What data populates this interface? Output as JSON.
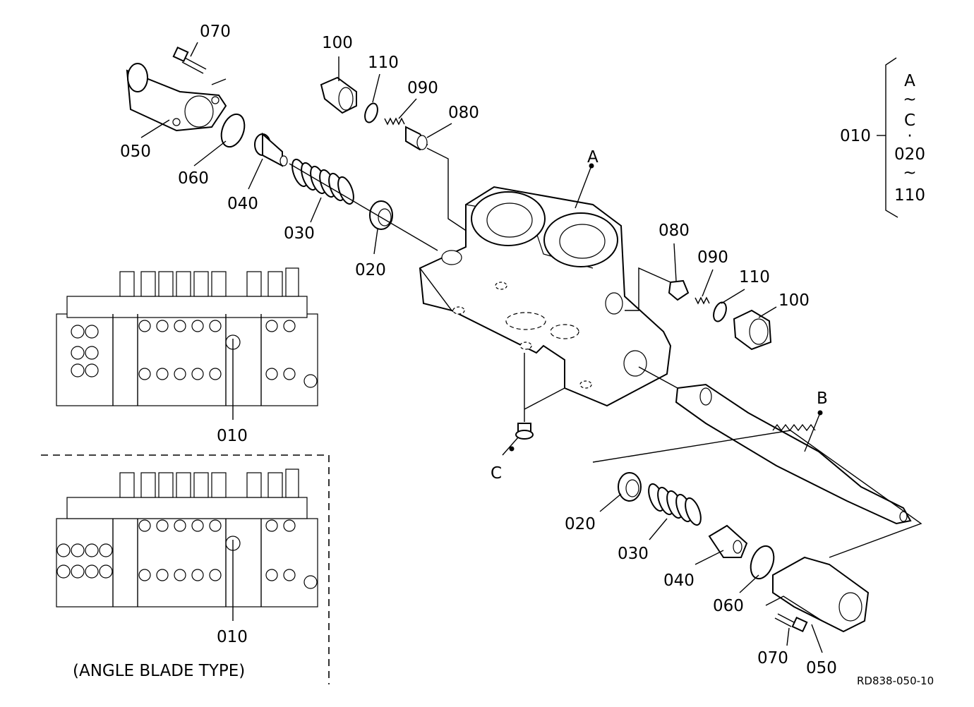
{
  "callouts": {
    "p070_top": "070",
    "p050_top": "050",
    "p060_top": "060",
    "p040_top": "040",
    "p030_top": "030",
    "p020_top": "020",
    "p100_top": "100",
    "p110_top": "110",
    "p090_top": "090",
    "p080_top": "080",
    "p080_right": "080",
    "p090_right": "090",
    "p110_right": "110",
    "p100_right": "100",
    "p020_bot": "020",
    "p030_bot": "030",
    "p040_bot": "040",
    "p060_bot": "060",
    "p070_bot": "070",
    "p050_bot": "050",
    "p010_a": "010",
    "p010_b": "010",
    "p010_legend": "010",
    "ref_a": "A",
    "ref_b": "B",
    "ref_c": "C"
  },
  "legend": {
    "line1": "A",
    "line2": "~",
    "line3": "C",
    "line4": "·",
    "line5": "020",
    "line6": "~",
    "line7": "110"
  },
  "caption": "(ANGLE BLADE TYPE)",
  "drawing_code": "RD838-050-10"
}
